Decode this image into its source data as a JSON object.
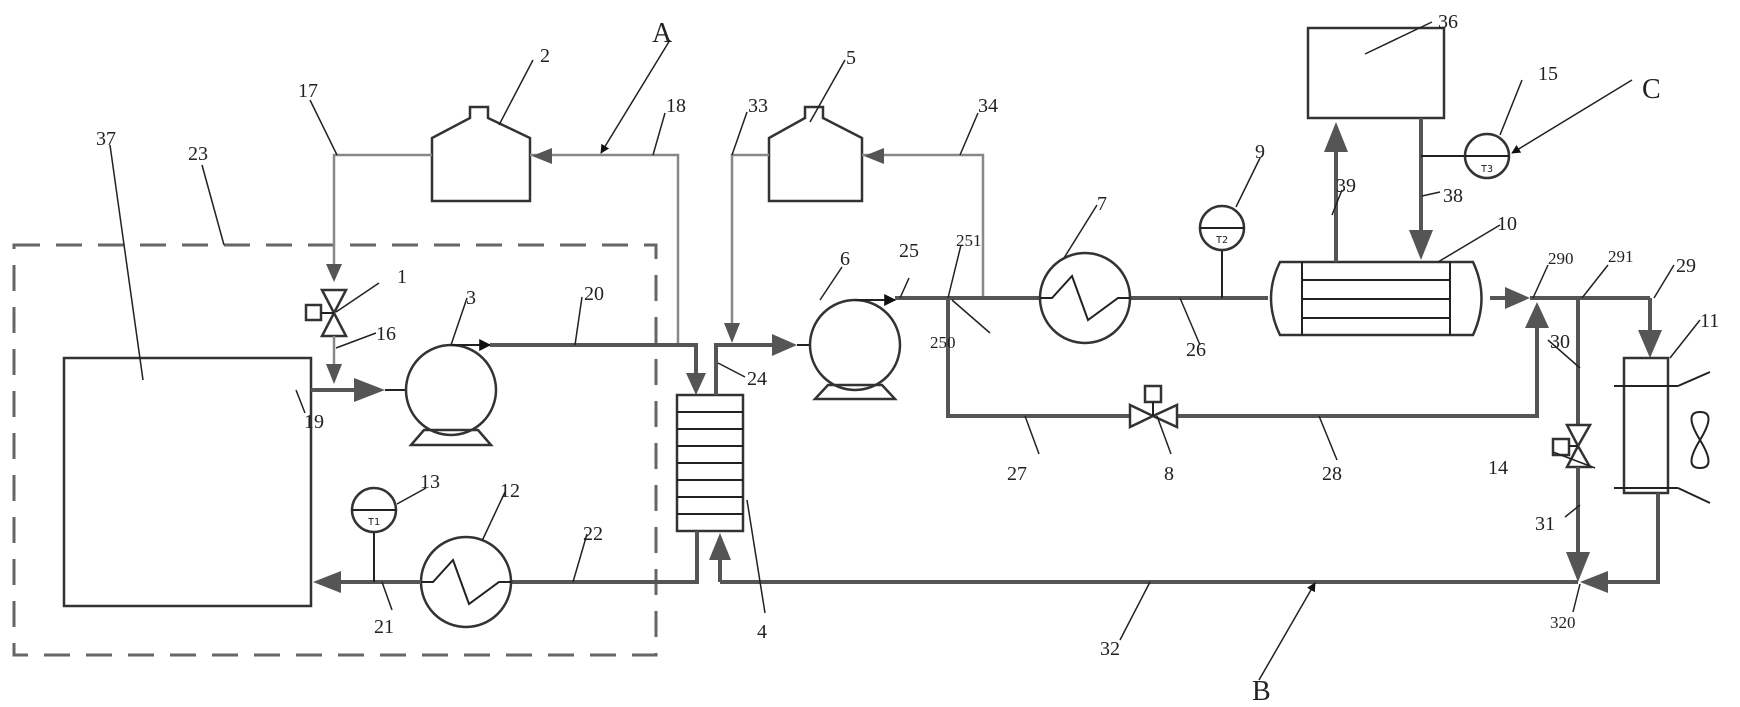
{
  "diagram": {
    "title": "",
    "flow_labels": {
      "A": "A",
      "B": "B",
      "C": "C"
    },
    "components": {
      "c1": "1",
      "c2": "2",
      "c3": "3",
      "c4": "4",
      "c5": "5",
      "c6": "6",
      "c7": "7",
      "c8": "8",
      "c9": "9",
      "c10": "10",
      "c11": "11",
      "c12": "12",
      "c13": "13",
      "c14": "14",
      "c15": "15",
      "c23": "23",
      "c36": "36",
      "c37": "37"
    },
    "pipes": {
      "p16": "16",
      "p17": "17",
      "p18": "18",
      "p19": "19",
      "p20": "20",
      "p21": "21",
      "p22": "22",
      "p24": "24",
      "p25": "25",
      "p250": "250",
      "p251": "251",
      "p26": "26",
      "p27": "27",
      "p28": "28",
      "p29": "29",
      "p290": "290",
      "p291": "291",
      "p30": "30",
      "p31": "31",
      "p32": "32",
      "p320": "320",
      "p33": "33",
      "p34": "34",
      "p38": "38",
      "p39": "39"
    },
    "sensor_tags": {
      "s13": "T1",
      "s9": "T2",
      "s15": "T3"
    }
  }
}
